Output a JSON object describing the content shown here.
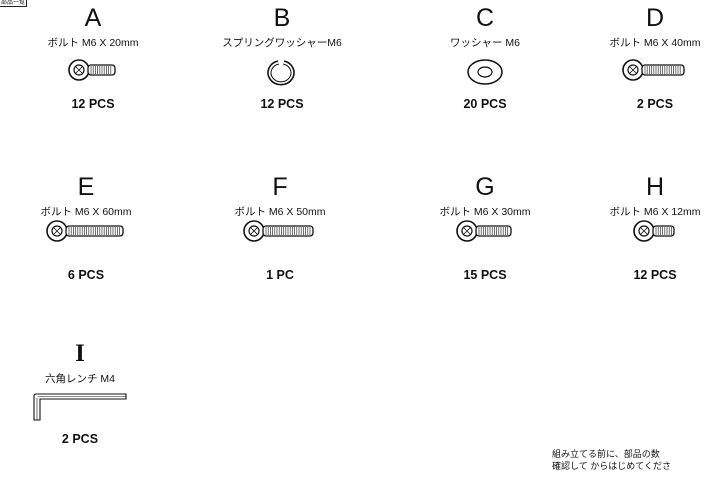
{
  "header_tab": "部品一覧",
  "parts": [
    {
      "letter": "A",
      "name": "ボルト M6 X 20mm",
      "qty": "12 PCS",
      "icon": "bolt-icon",
      "length": 20
    },
    {
      "letter": "B",
      "name": "スプリングワッシャーM6",
      "qty": "12 PCS",
      "icon": "spring-washer-icon"
    },
    {
      "letter": "C",
      "name": "ワッシャー M6",
      "qty": "20 PCS",
      "icon": "washer-icon"
    },
    {
      "letter": "D",
      "name": "ボルト M6 X 40mm",
      "qty": "2 PCS",
      "icon": "bolt-icon",
      "length": 40
    },
    {
      "letter": "E",
      "name": "ボルト M6 X 60mm",
      "qty": "6 PCS",
      "icon": "bolt-icon",
      "length": 60
    },
    {
      "letter": "F",
      "name": "ボルト M6 X 50mm",
      "qty": "1 PC",
      "icon": "bolt-icon",
      "length": 50
    },
    {
      "letter": "G",
      "name": "ボルト M6 X 30mm",
      "qty": "15 PCS",
      "icon": "bolt-icon",
      "length": 30
    },
    {
      "letter": "H",
      "name": "ボルト M6 X 12mm",
      "qty": "12 PCS",
      "icon": "bolt-icon",
      "length": 12
    },
    {
      "letter": "I",
      "name": "六角レンチ M4",
      "qty": "2 PCS",
      "icon": "hex-wrench-icon"
    }
  ],
  "note": {
    "line1": "組み立てる前に、部品の数",
    "line2": "確認して からはじめてくださ"
  }
}
